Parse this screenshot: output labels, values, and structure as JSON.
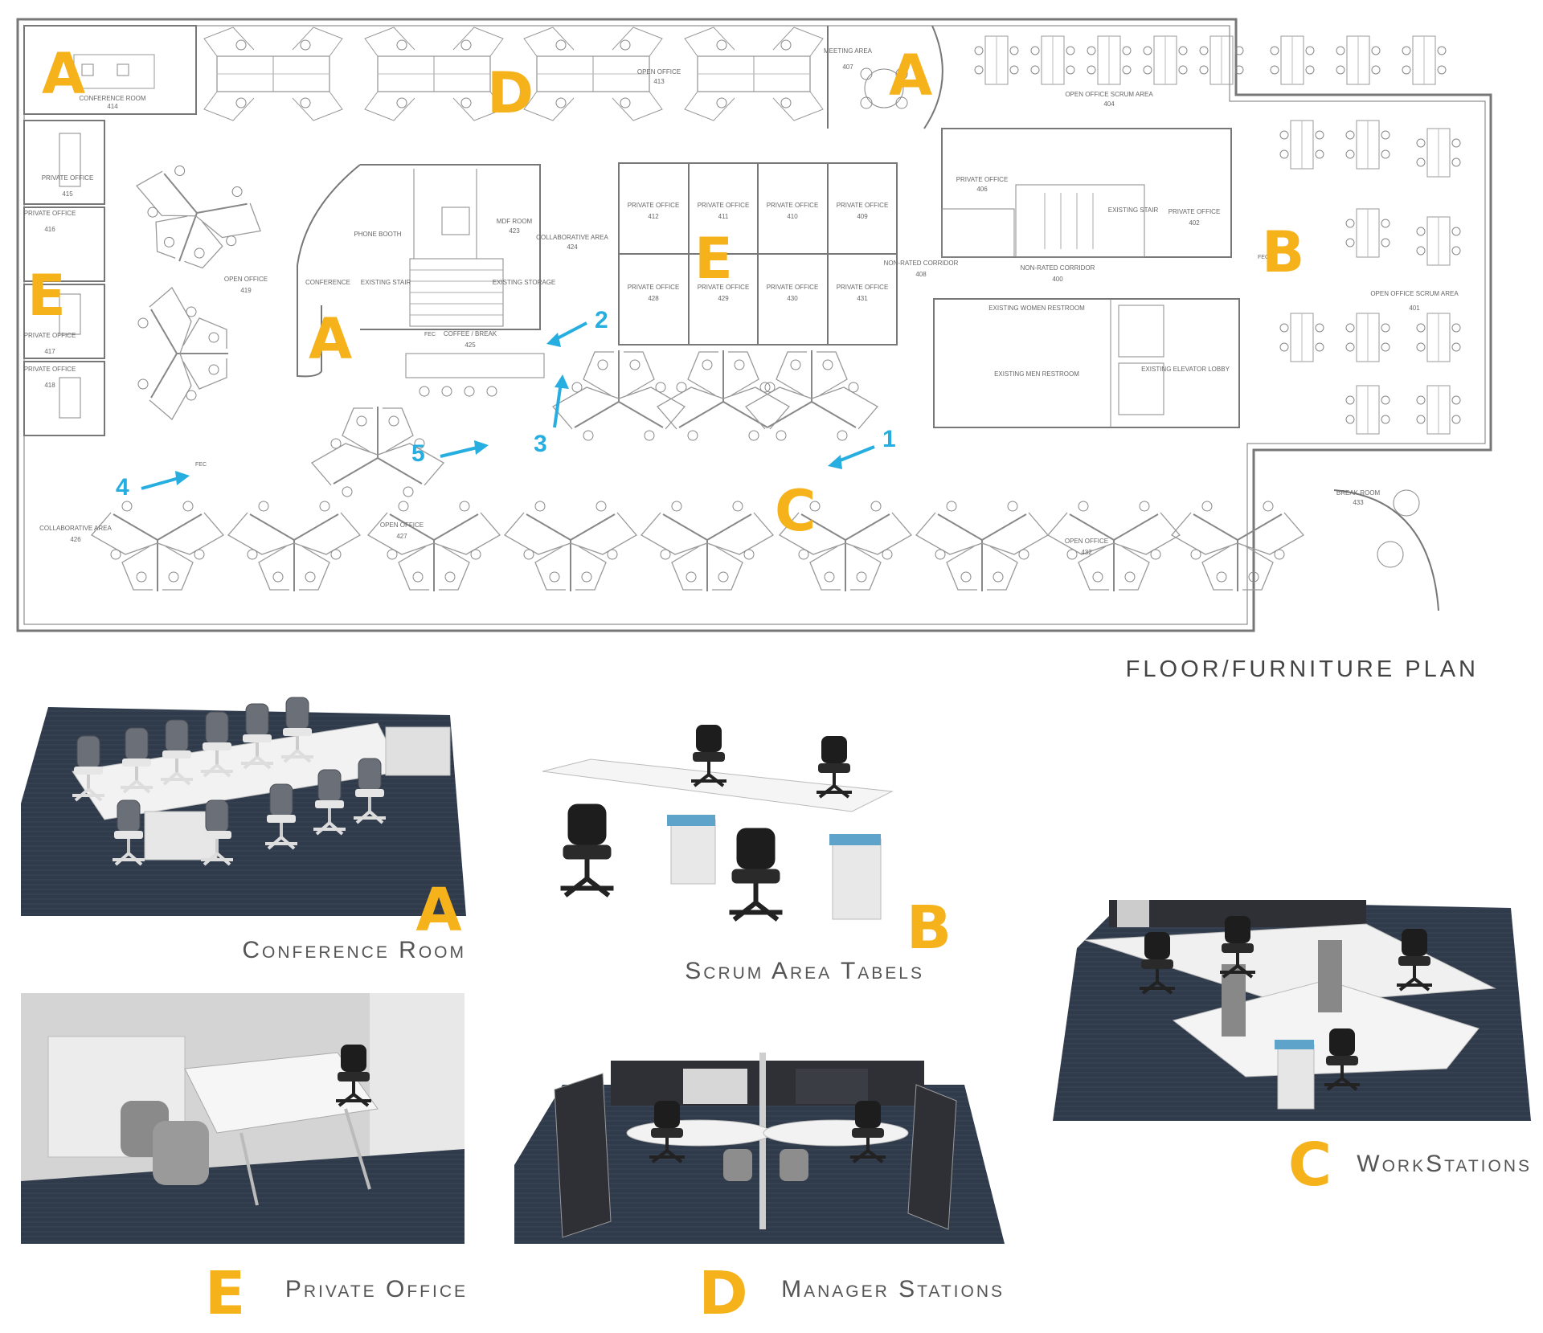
{
  "plan": {
    "title": "FLOOR/FURNITURE PLAN",
    "zones": [
      {
        "letter": "A",
        "id": "conference-room-414"
      },
      {
        "letter": "D",
        "id": "open-office-413"
      },
      {
        "letter": "A",
        "id": "meeting-area-407"
      },
      {
        "letter": "E",
        "id": "private-offices-416-417"
      },
      {
        "letter": "A",
        "id": "conference-421"
      },
      {
        "letter": "E",
        "id": "private-offices-409-412"
      },
      {
        "letter": "B",
        "id": "scrum-area-401"
      },
      {
        "letter": "C",
        "id": "open-office-427"
      }
    ],
    "markers": [
      "1",
      "2",
      "3",
      "4",
      "5"
    ],
    "room_labels": {
      "conf414": "CONFERENCE ROOM",
      "conf414_num": "414",
      "open413": "OPEN OFFICE",
      "open413_num": "413",
      "meeting407": "MEETING AREA",
      "meeting407_num": "407",
      "scrum404": "OPEN OFFICE SCRUM AREA",
      "scrum404_num": "404",
      "po415": "PRIVATE OFFICE",
      "po415_num": "415",
      "po416": "PRIVATE OFFICE",
      "po416_num": "416",
      "po417": "PRIVATE OFFICE",
      "po417_num": "417",
      "po418": "PRIVATE OFFICE",
      "po418_num": "418",
      "open419": "OPEN OFFICE",
      "open419_num": "419",
      "phone": "PHONE BOOTH",
      "mdf423": "MDF ROOM",
      "mdf423_num": "423",
      "collab424": "COLLABORATIVE AREA",
      "collab424_num": "424",
      "stair_left": "EXISTING STAIR",
      "storage": "EXISTING STORAGE",
      "coffee425": "COFFEE / BREAK",
      "coffee425_num": "425",
      "conf421": "CONFERENCE",
      "po412": "PRIVATE OFFICE",
      "po412_num": "412",
      "po411": "PRIVATE OFFICE",
      "po411_num": "411",
      "po410": "PRIVATE OFFICE",
      "po410_num": "410",
      "po409": "PRIVATE OFFICE",
      "po409_num": "409",
      "po429": "PRIVATE OFFICE",
      "po429_num": "429",
      "po430": "PRIVATE OFFICE",
      "po430_num": "430",
      "po431": "PRIVATE OFFICE",
      "po431_num": "431",
      "po428": "PRIVATE OFFICE",
      "po428_num": "428",
      "nrc408": "NON-RATED CORRIDOR",
      "nrc408_num": "408",
      "nrc400": "NON-RATED CORRIDOR",
      "nrc400_num": "400",
      "stair_right": "EXISTING STAIR",
      "po406": "PRIVATE OFFICE",
      "po406_num": "406",
      "po402": "PRIVATE OFFICE",
      "po402_num": "402",
      "women": "EXISTING WOMEN RESTROOM",
      "men": "EXISTING MEN RESTROOM",
      "elev": "EXISTING ELEVATOR LOBBY",
      "scrum401": "OPEN OFFICE SCRUM AREA",
      "scrum401_num": "401",
      "collab426": "COLLABORATIVE AREA",
      "collab426_num": "426",
      "open427": "OPEN OFFICE",
      "open427_num": "427",
      "open432": "OPEN OFFICE",
      "open432_num": "432",
      "break433": "BREAK ROOM",
      "break433_num": "433",
      "fec": "FEC"
    }
  },
  "renderings": [
    {
      "letter": "A",
      "caption": "Conference Room"
    },
    {
      "letter": "B",
      "caption": "Scrum Area Tabels"
    },
    {
      "letter": "C",
      "caption": "WorkStations"
    },
    {
      "letter": "E",
      "caption": "Private Office"
    },
    {
      "letter": "D",
      "caption": "Manager Stations"
    }
  ],
  "colors": {
    "accent_letter": "#f5b21b",
    "marker_blue": "#27aee0",
    "carpet": "#2f3a4a",
    "furniture_white": "#f1f1f1",
    "chair_black": "#1d1d1d"
  }
}
